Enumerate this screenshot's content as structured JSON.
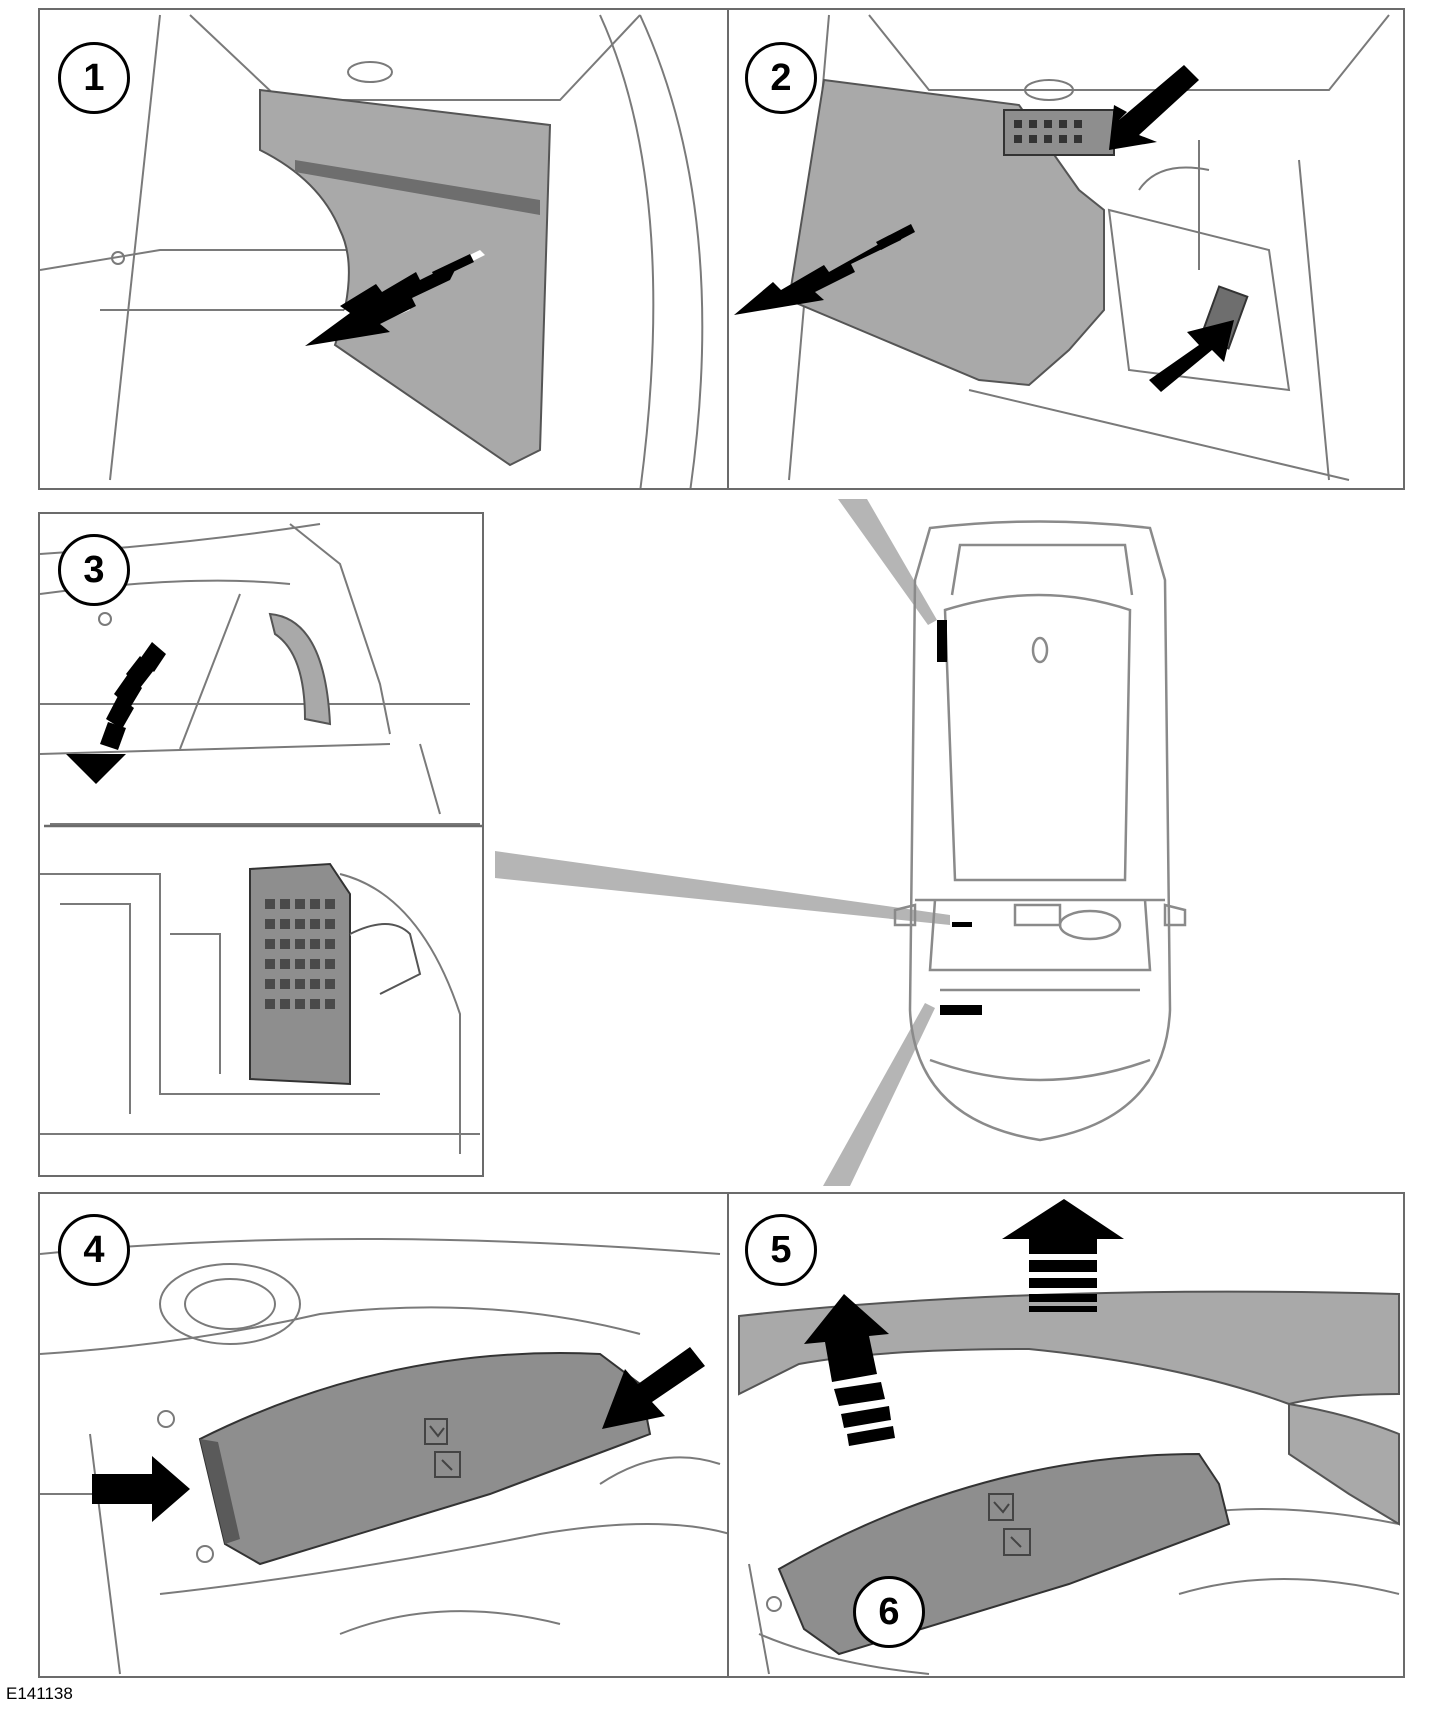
{
  "figure_code": "E141138",
  "callouts": {
    "c1": "1",
    "c2": "2",
    "c3": "3",
    "c4": "4",
    "c5": "5",
    "c6": "6"
  },
  "colors": {
    "line": "#6b6b6b",
    "trim_fill": "#a9a9a9",
    "fusebox_fill": "#8e8e8e",
    "arrow": "#000000"
  }
}
